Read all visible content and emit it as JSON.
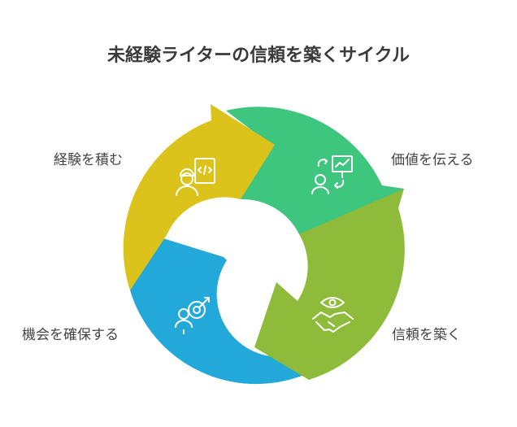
{
  "title": "未経験ライターの信頼を築くサイクル",
  "steps": [
    {
      "label": "経験を積む",
      "color": "#dcc31c",
      "icon": "writer-code-icon"
    },
    {
      "label": "価値を伝える",
      "color": "#3ec57e",
      "icon": "presentation-icon"
    },
    {
      "label": "信頼を築く",
      "color": "#8fbb3a",
      "icon": "handshake-eye-icon"
    },
    {
      "label": "機会を確保する",
      "color": "#23a9d9",
      "icon": "target-person-icon"
    }
  ]
}
